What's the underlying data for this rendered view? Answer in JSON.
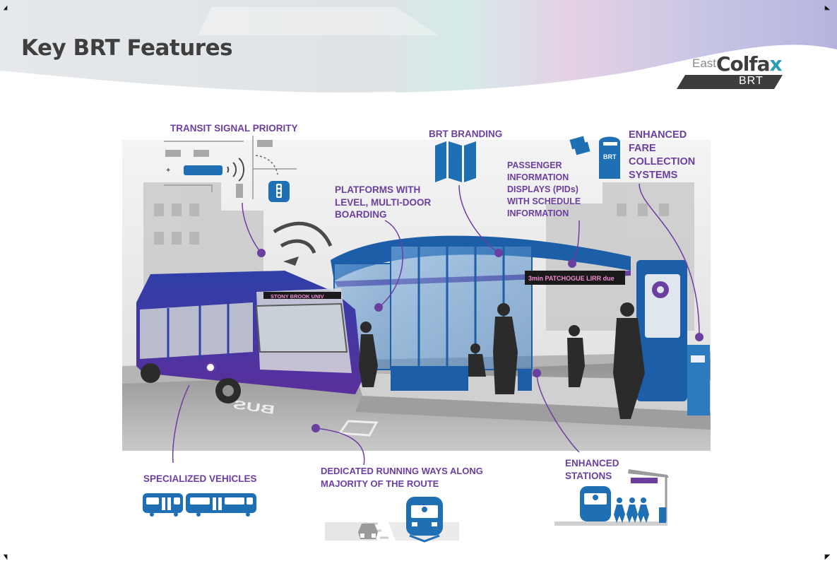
{
  "header": {
    "title": "Key BRT Features",
    "logo": {
      "east": "East",
      "colfax_main": "Colfa",
      "colfax_x": "x",
      "brt": "BRT"
    }
  },
  "features": {
    "transit_signal_priority": "TRANSIT SIGNAL PRIORITY",
    "brt_branding": "BRT BRANDING",
    "enhanced_fare": [
      "ENHANCED",
      "FARE",
      "COLLECTION",
      "SYSTEMS"
    ],
    "platforms": [
      "PLATFORMS WITH",
      "LEVEL, MULTI-DOOR",
      "BOARDING"
    ],
    "pids": [
      "PASSENGER",
      "INFORMATION",
      "DISPLAYS (PIDs)",
      "WITH SCHEDULE",
      "INFORMATION"
    ],
    "specialized_vehicles": "SPECIALIZED VEHICLES",
    "dedicated_running_ways": [
      "DEDICATED RUNNING WAYS ALONG",
      "MAJORITY OF THE ROUTE"
    ],
    "enhanced_stations": [
      "ENHANCED",
      "STATIONS"
    ]
  },
  "scene": {
    "bus_sign": "STONY BROOK UNIV",
    "pid_display": "3min   PATCHOGUE LIRR   due",
    "road_marking": "BUS",
    "fare_card_text": "BRT"
  },
  "colors": {
    "accent_purple": "#6b3fa0",
    "icon_blue": "#1f6fb5",
    "shelter_blue": "#1c5fa8",
    "bus_purple": "#4b2fa0"
  }
}
